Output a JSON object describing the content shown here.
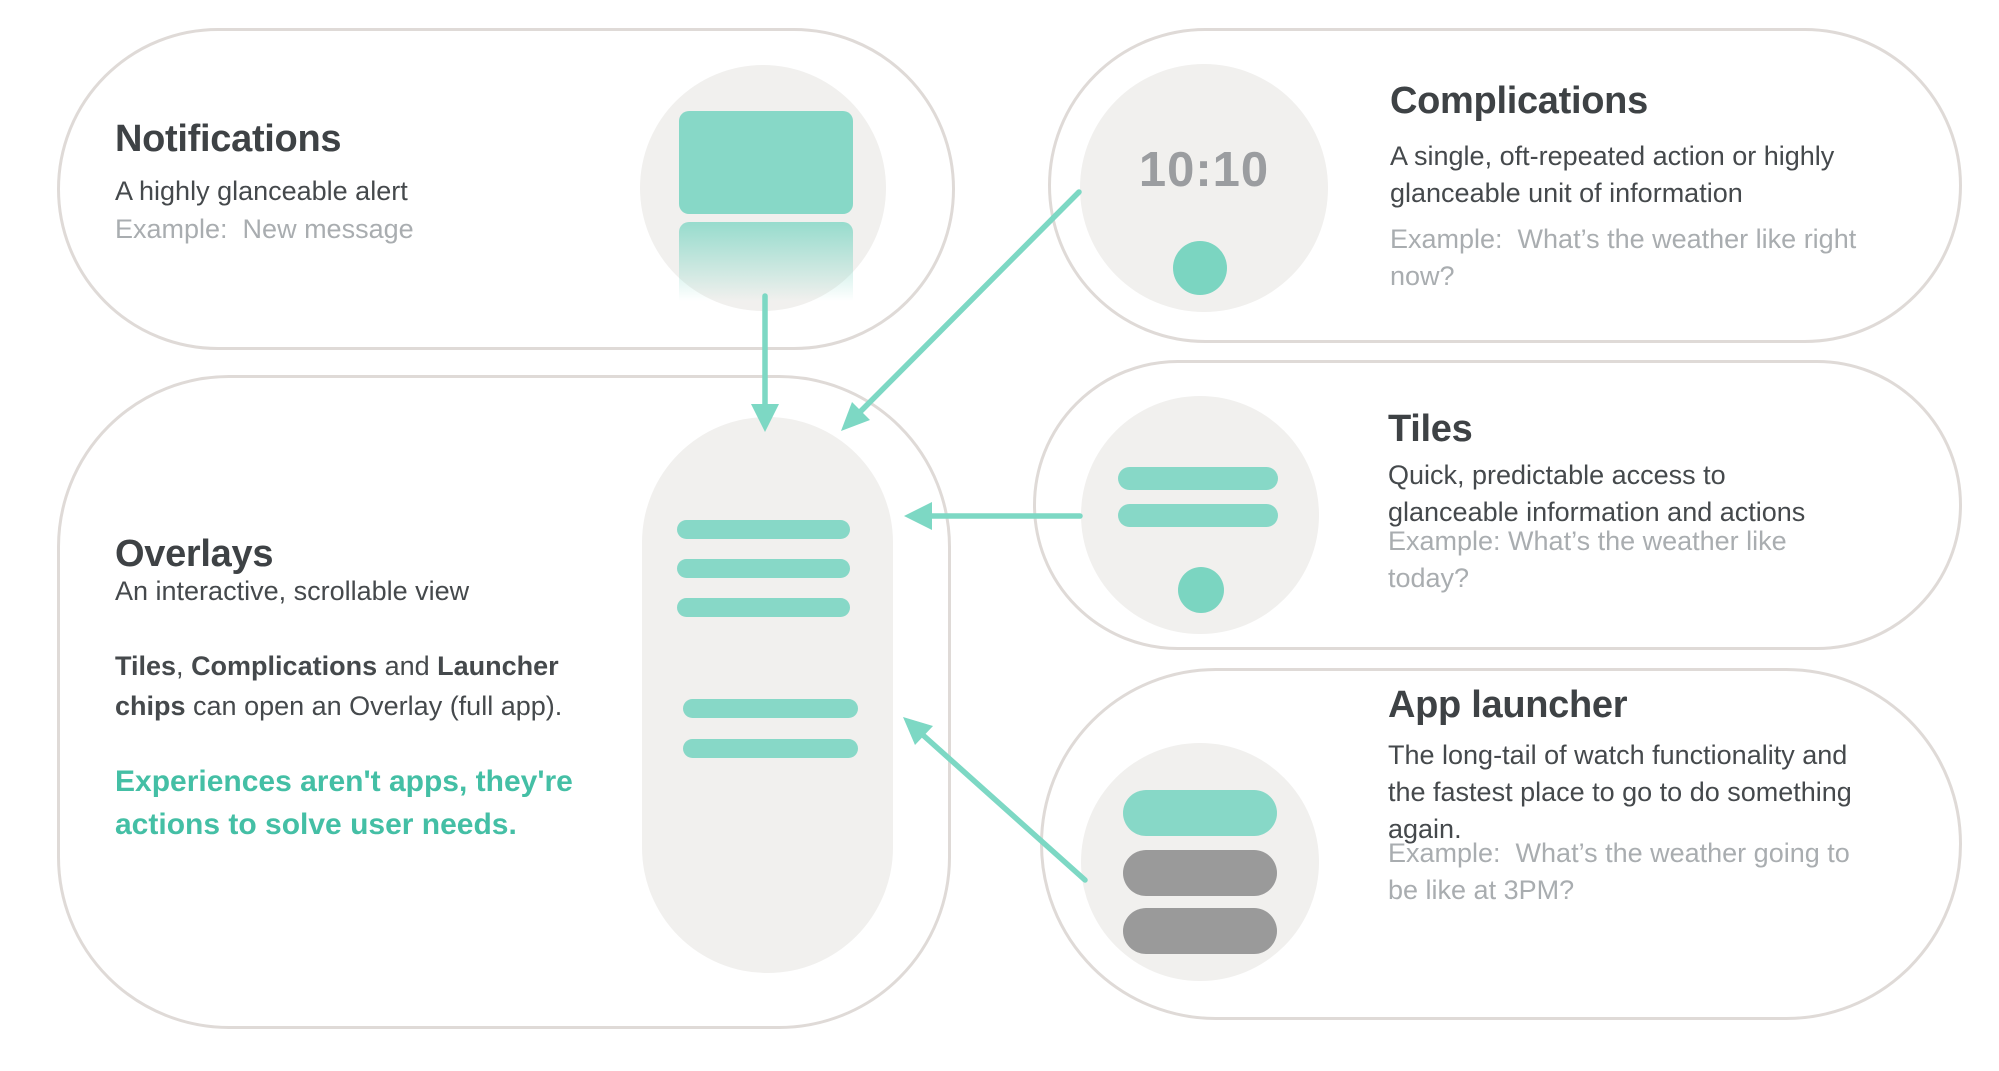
{
  "colors": {
    "teal": "#87D8C7",
    "teal_deep": "#7BD5C1",
    "arrow": "#7DD8C4",
    "gray_pill": "#9A9A9A",
    "border": "#DFDAD7",
    "surface": "#F1F0EE",
    "title": "#3E4245",
    "body": "#45494C",
    "muted": "#A9ADB0",
    "statement": "#44BFA5",
    "clock": "#9B9DA0"
  },
  "cards": {
    "notifications": {
      "title": "Notifications",
      "body": "A highly glanceable alert",
      "example": "Example:  New message"
    },
    "complications": {
      "title": "Complications",
      "body_lines": [
        "A single, oft-repeated action or highly",
        "glanceable unit of information"
      ],
      "example_lines": [
        "Example:  What’s the weather like right",
        "now?"
      ],
      "watch": {
        "time": "10:10"
      }
    },
    "tiles": {
      "title": "Tiles",
      "body_lines": [
        "Quick, predictable access to",
        "glanceable information and actions"
      ],
      "example_lines": [
        "Example: What’s the weather like",
        "today?"
      ]
    },
    "app_launcher": {
      "title": "App launcher",
      "body_lines": [
        "The long-tail of watch functionality and",
        "the fastest place to go to do something",
        "again."
      ],
      "example_lines": [
        "Example:  What’s the weather going to",
        "be like at 3PM?"
      ]
    },
    "overlays": {
      "title": "Overlays",
      "subtitle": "An interactive, scrollable view",
      "paragraph_segments": [
        {
          "text": "Tiles",
          "bold": true
        },
        {
          "text": ", ",
          "bold": false
        },
        {
          "text": "Complications",
          "bold": true
        },
        {
          "text": " and ",
          "bold": false
        },
        {
          "text": "Launcher\nchips",
          "bold": true
        },
        {
          "text": " can open an Overlay (full app).",
          "bold": false
        }
      ],
      "statement_lines": [
        "Experiences aren't apps, they're",
        "actions to solve user needs."
      ]
    }
  }
}
